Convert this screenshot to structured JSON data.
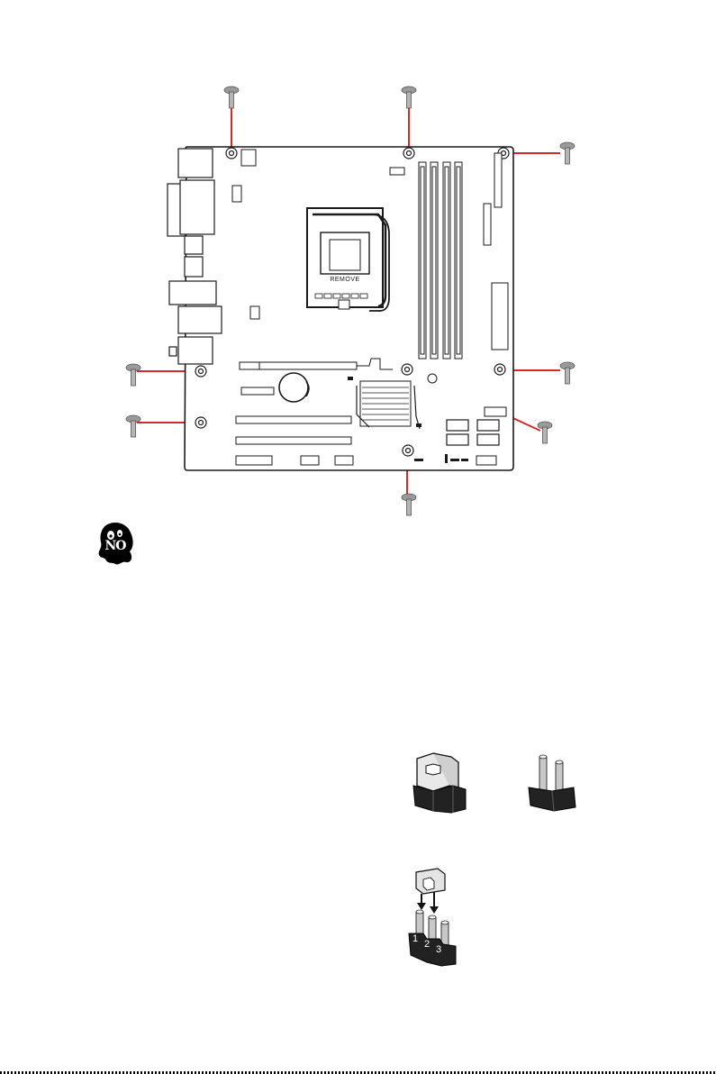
{
  "board": {
    "cpu_socket_label": "REMOVE",
    "jumper_pins": [
      "1",
      "2",
      "3"
    ]
  },
  "icons": {
    "screw": "screw-icon",
    "caution": "no-ghost-icon",
    "caution_text": "NO"
  },
  "colors": {
    "leader_line": "#d42a2a",
    "board_outline": "#1a1a1a",
    "screw_fill": "#9a9a9a"
  }
}
